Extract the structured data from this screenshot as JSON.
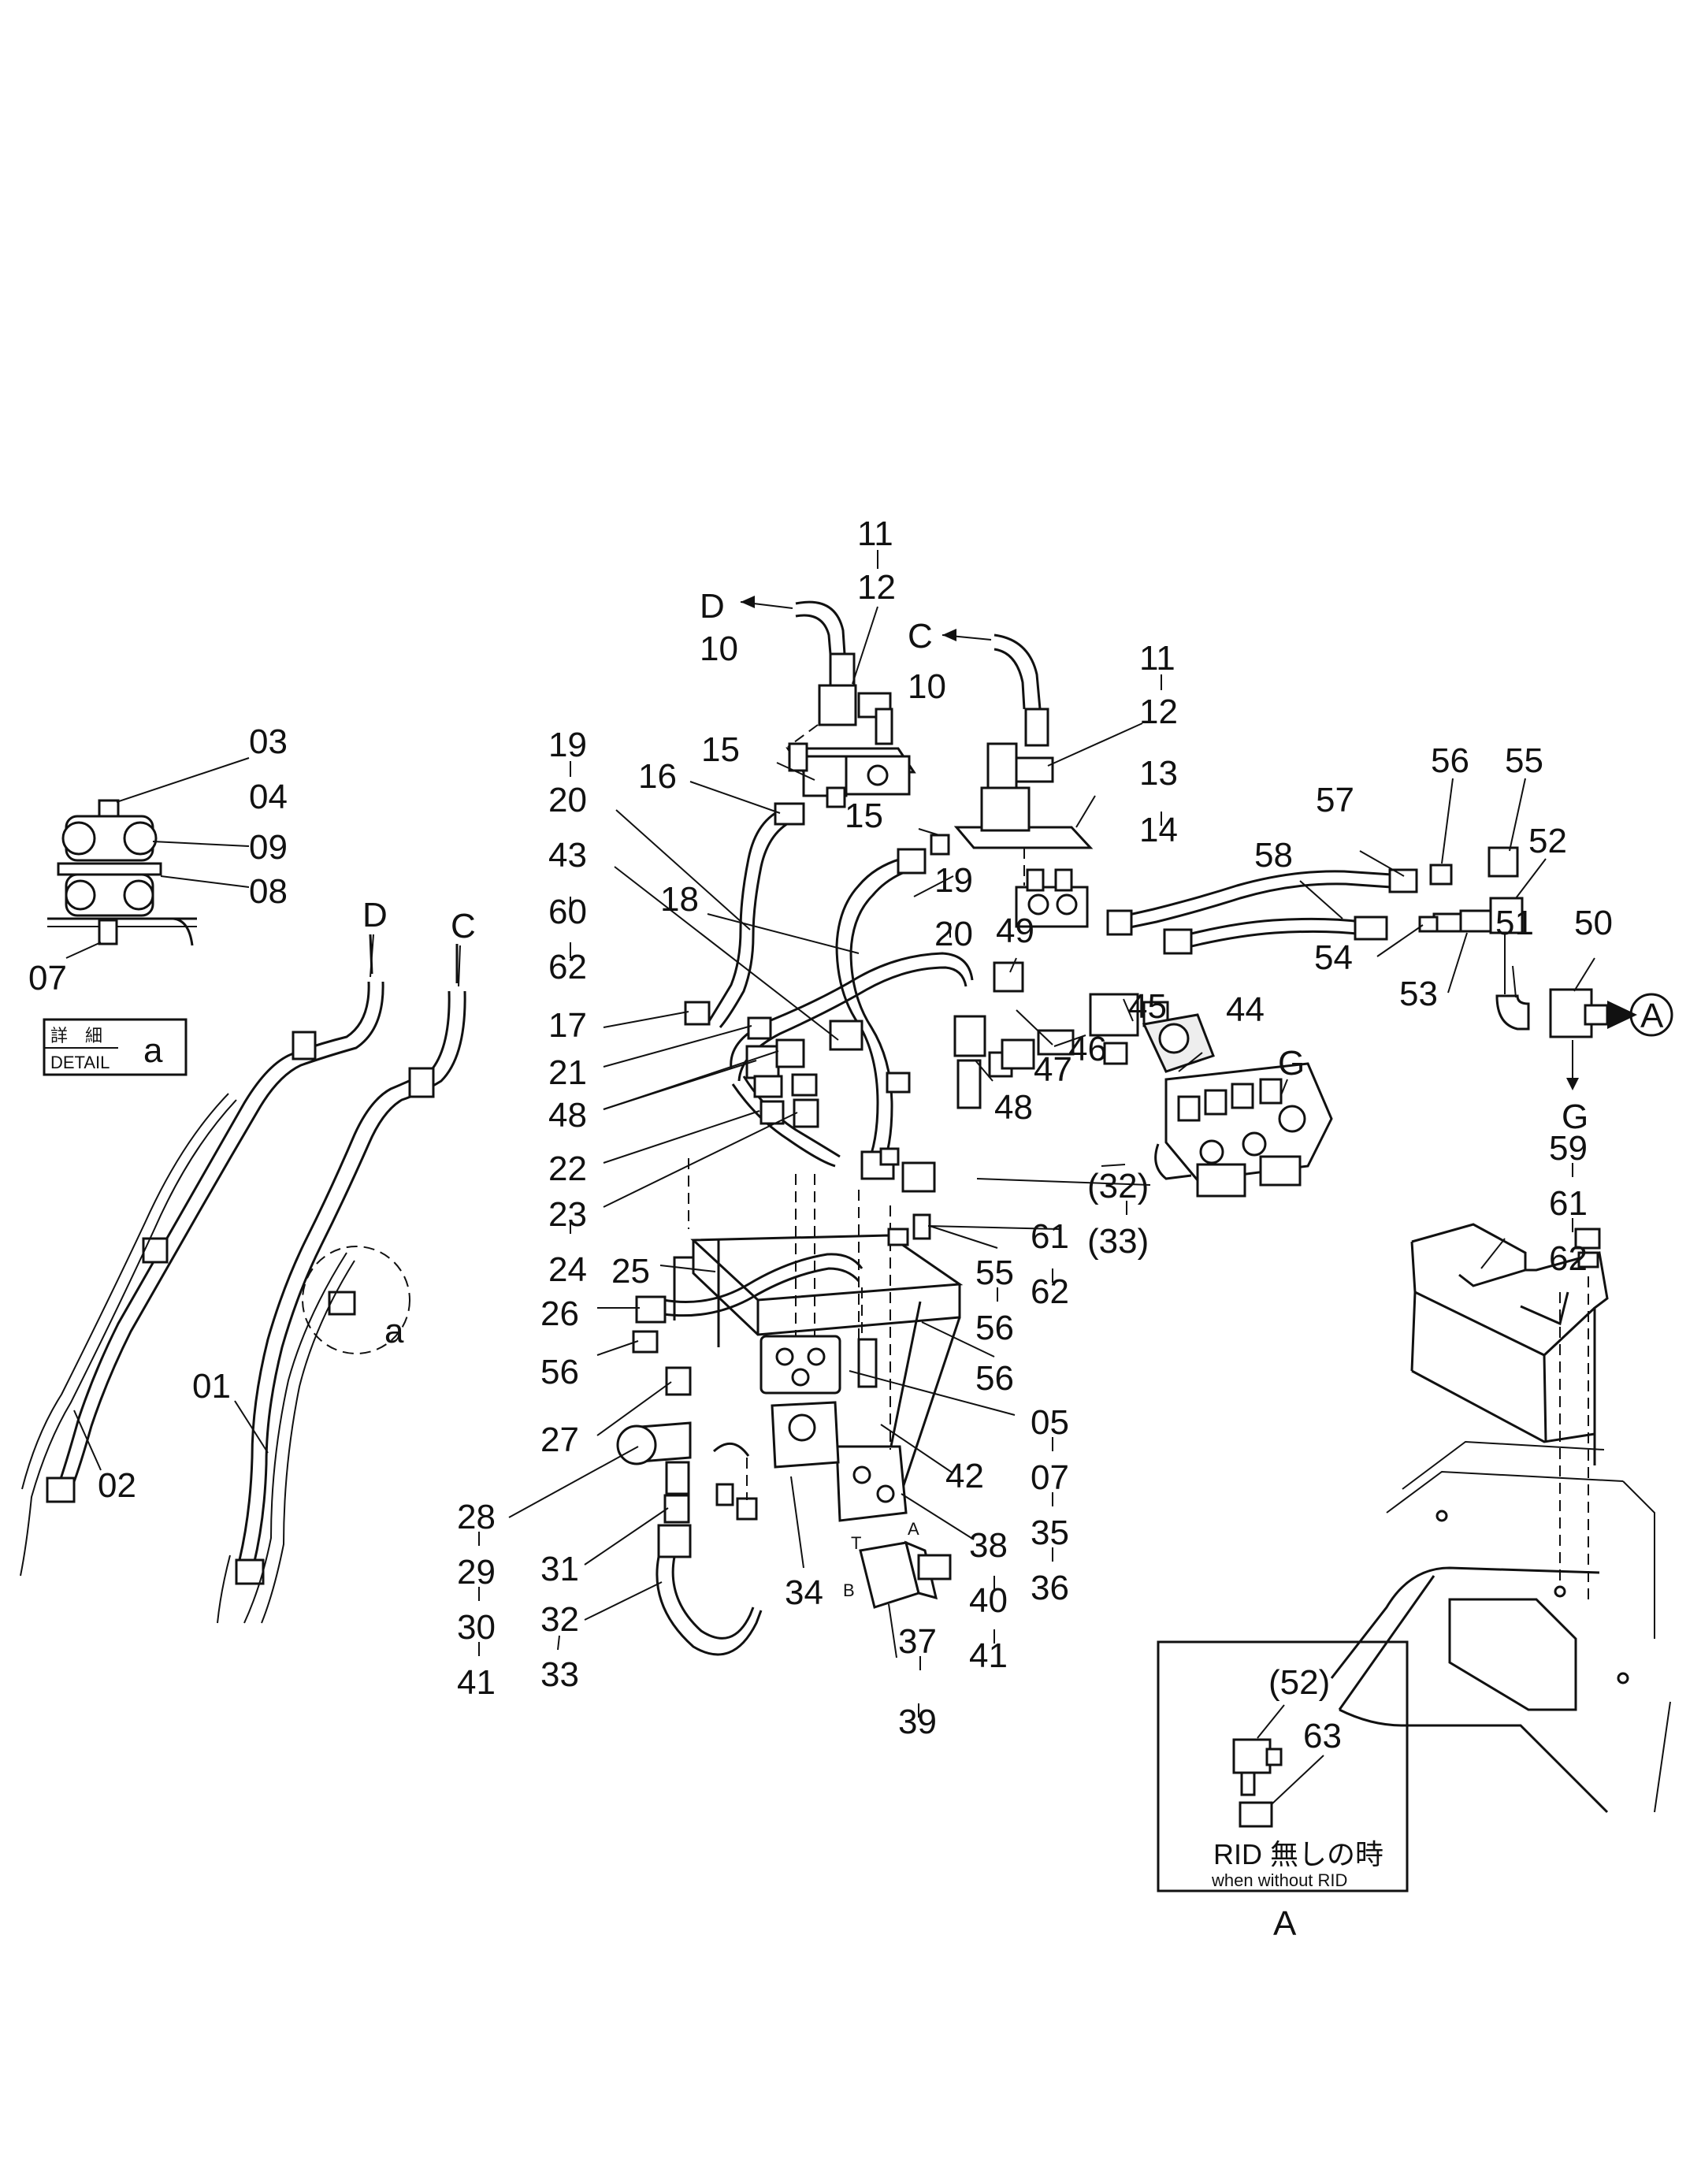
{
  "labels": {
    "l11a": "11",
    "l12a": "12",
    "lD_top": "D",
    "l10a": "10",
    "lC_top": "C",
    "l10b": "10",
    "l11b": "11",
    "l12b": "12",
    "l13": "13",
    "l14": "14",
    "l15a": "15",
    "l15b": "15",
    "l16": "16",
    "l19a": "19",
    "l20a": "20",
    "l43": "43",
    "l60": "60",
    "l62a": "62",
    "l18": "18",
    "l19b": "19",
    "l20b": "20",
    "l49": "49",
    "l17": "17",
    "l21": "21",
    "l48a": "48",
    "l22": "22",
    "l23": "23",
    "l24": "24",
    "l25": "25",
    "l26": "26",
    "l56a": "56",
    "l27": "27",
    "l28": "28",
    "l29": "29",
    "l30": "30",
    "l41a": "41",
    "l31": "31",
    "l32": "32",
    "l33": "33",
    "l34": "34",
    "l42": "42",
    "l38": "38",
    "l40": "40",
    "l41b": "41",
    "l37": "37",
    "l39": "39",
    "l05": "05",
    "l07b": "07",
    "l35": "35",
    "l36": "36",
    "l55a": "55",
    "l56b": "56",
    "l56c": "56",
    "l61a": "61",
    "l62b": "62",
    "l32p": "(32)",
    "l33p": "(33)",
    "l48b": "48",
    "l47": "47",
    "l46": "46",
    "l45": "45",
    "l44": "44",
    "lG_a": "G",
    "l58": "58",
    "l57": "57",
    "l56d": "56",
    "l55b": "55",
    "l52": "52",
    "l54": "54",
    "l53": "53",
    "l51": "51",
    "l50": "50",
    "lA_circle": "A",
    "lG_b": "G",
    "l59": "59",
    "l61b": "61",
    "l62c": "62",
    "l03": "03",
    "l04": "04",
    "l09": "09",
    "l08": "08",
    "l07a": "07",
    "lD_left": "D",
    "lC_left": "C",
    "l01": "01",
    "l02": "02",
    "la_circle": "a",
    "l52p": "(52)",
    "l63": "63"
  },
  "detail_box": {
    "jp": "詳　細",
    "en": "DETAIL",
    "letter": "a"
  },
  "inset": {
    "jp": "RID 無しの時",
    "en": "when without RID",
    "caption": "A"
  },
  "valve_ports": {
    "t": "T",
    "a": "A",
    "b": "B"
  }
}
